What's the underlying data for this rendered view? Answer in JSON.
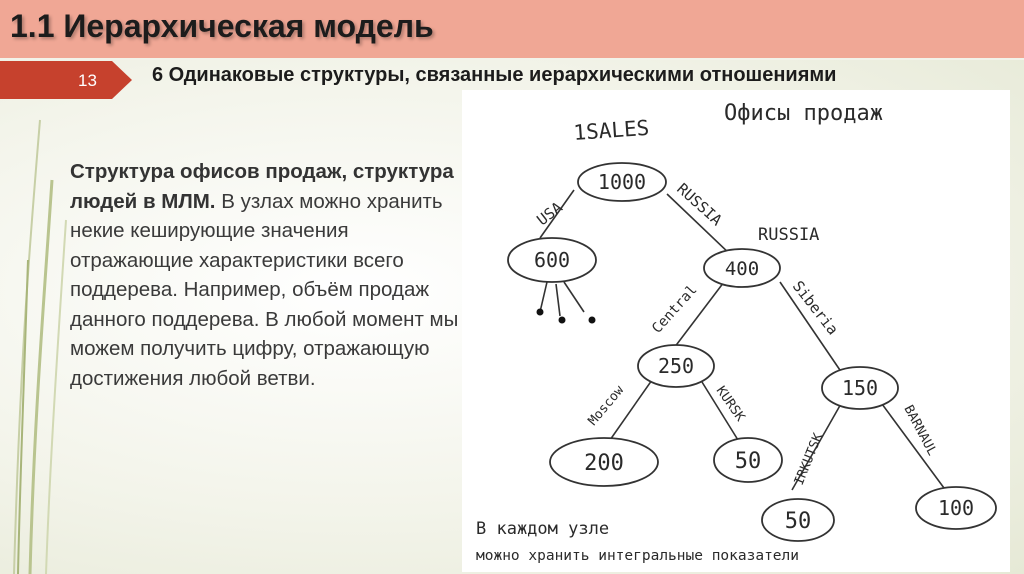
{
  "title": "1.1 Иерархическая модель",
  "slide_number": "13",
  "subtitle": "6 Одинаковые структуры, связанные иерархическими отношениями",
  "body": {
    "lead": "Структура офисов продаж, структура людей в МЛМ.",
    "text": " В узлах можно хранить некие кеширующие значения отражающие характеристики всего поддерева. Например, объём продаж данного поддерева. В любой момент мы можем получить цифру, отражающую достижения любой ветви."
  },
  "sketch": {
    "heading": "Офисы продаж",
    "corner_label": "1SALES",
    "nodes": {
      "root": "1000",
      "usa": "600",
      "russia": "400",
      "central": "250",
      "siberia": "150",
      "moscow": "200",
      "kursk": "50",
      "irkutsk": "50",
      "barnaul": "100"
    },
    "edges": {
      "usa": "USA",
      "russia": "RUSSIA",
      "russia2": "RUSSIA",
      "central": "Central",
      "siberia": "Siberia",
      "moscow": "Moscow",
      "kursk": "KURSK",
      "irkutsk": "IRKUTSK",
      "barnaul": "BARNAUL"
    },
    "note_line1": "В каждом узле",
    "note_line2": "можно хранить интегральные показатели"
  }
}
